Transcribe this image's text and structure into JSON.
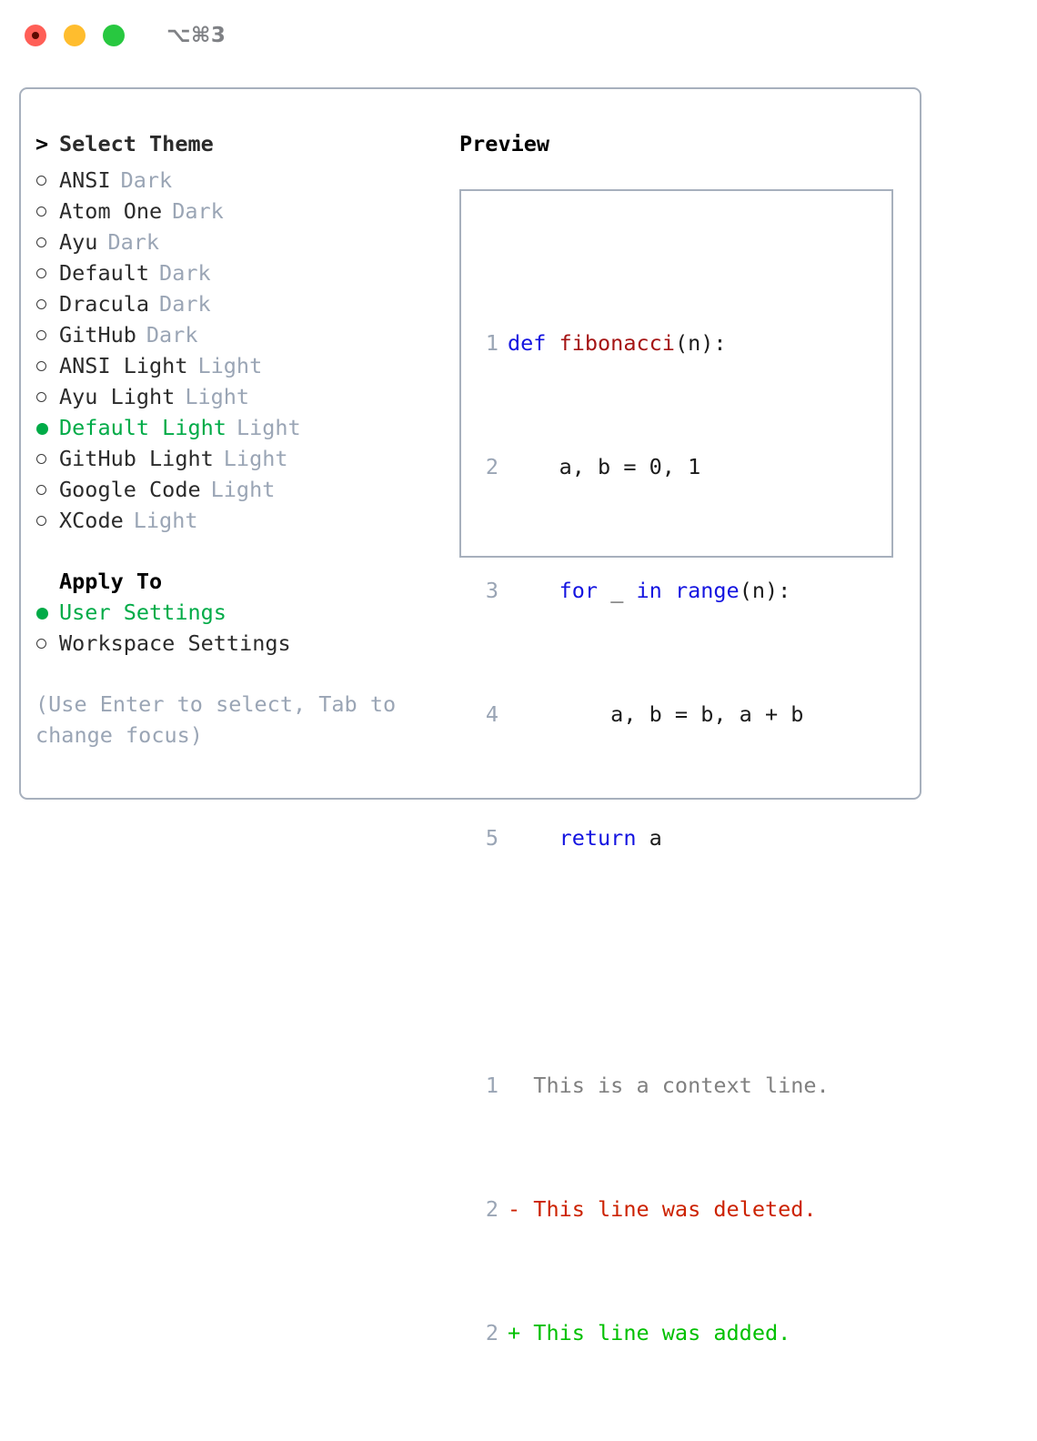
{
  "window": {
    "title": "⌥⌘3",
    "traffic_lights": [
      "close-button",
      "minimize-button",
      "maximize-button"
    ]
  },
  "theme_panel": {
    "header": {
      "marker": ">",
      "label": "Select Theme"
    },
    "items": [
      {
        "marker": "○",
        "label": "ANSI",
        "tag": "Dark",
        "selected": false
      },
      {
        "marker": "○",
        "label": "Atom One",
        "tag": "Dark",
        "selected": false
      },
      {
        "marker": "○",
        "label": "Ayu",
        "tag": "Dark",
        "selected": false
      },
      {
        "marker": "○",
        "label": "Default",
        "tag": "Dark",
        "selected": false
      },
      {
        "marker": "○",
        "label": "Dracula",
        "tag": "Dark",
        "selected": false
      },
      {
        "marker": "○",
        "label": "GitHub",
        "tag": "Dark",
        "selected": false
      },
      {
        "marker": "○",
        "label": "ANSI Light",
        "tag": "Light",
        "selected": false
      },
      {
        "marker": "○",
        "label": "Ayu Light",
        "tag": "Light",
        "selected": false
      },
      {
        "marker": "●",
        "label": "Default Light",
        "tag": "Light",
        "selected": true
      },
      {
        "marker": "○",
        "label": "GitHub Light",
        "tag": "Light",
        "selected": false
      },
      {
        "marker": "○",
        "label": "Google Code",
        "tag": "Light",
        "selected": false
      },
      {
        "marker": "○",
        "label": "XCode",
        "tag": "Light",
        "selected": false
      }
    ]
  },
  "apply_to": {
    "header": "Apply To",
    "options": [
      {
        "marker": "●",
        "label": "User Settings",
        "selected": true
      },
      {
        "marker": "○",
        "label": "Workspace Settings",
        "selected": false
      }
    ]
  },
  "hint": "(Use Enter to select, Tab to change focus)",
  "preview": {
    "title": "Preview",
    "code_lines": [
      {
        "n": "1",
        "tokens": [
          {
            "t": "def ",
            "c": "kw"
          },
          {
            "t": "fibonacci",
            "c": "fn"
          },
          {
            "t": "(n):",
            "c": "plain"
          }
        ]
      },
      {
        "n": "2",
        "tokens": [
          {
            "t": "    a, b = 0, 1",
            "c": "plain"
          }
        ]
      },
      {
        "n": "3",
        "tokens": [
          {
            "t": "    ",
            "c": "plain"
          },
          {
            "t": "for",
            "c": "kw"
          },
          {
            "t": " _ ",
            "c": "plain"
          },
          {
            "t": "in",
            "c": "kw"
          },
          {
            "t": " ",
            "c": "plain"
          },
          {
            "t": "range",
            "c": "kw"
          },
          {
            "t": "(n):",
            "c": "plain"
          }
        ]
      },
      {
        "n": "4",
        "tokens": [
          {
            "t": "        a, b = b, a + b",
            "c": "plain"
          }
        ]
      },
      {
        "n": "5",
        "tokens": [
          {
            "t": "    ",
            "c": "plain"
          },
          {
            "t": "return",
            "c": "kw"
          },
          {
            "t": " a",
            "c": "plain"
          }
        ]
      }
    ],
    "diff_lines": [
      {
        "n": "1",
        "text": "  This is a context line.",
        "kind": "diff-ctx"
      },
      {
        "n": "2",
        "text": "- This line was deleted.",
        "kind": "diff-del"
      },
      {
        "n": "2",
        "text": "+ This line was added.",
        "kind": "diff-add"
      }
    ]
  },
  "colors": {
    "selected_green": "#00ab47",
    "muted_tag": "#9aa5b5",
    "border": "#a7b0bd",
    "keyword_blue": "#1414e0",
    "function_red": "#a51414",
    "diff_added": "#00c000",
    "diff_deleted": "#cc2200",
    "diff_context": "#808080",
    "light_red": "#ff5f57",
    "light_yellow": "#ffbd2e",
    "light_green": "#28c840"
  }
}
